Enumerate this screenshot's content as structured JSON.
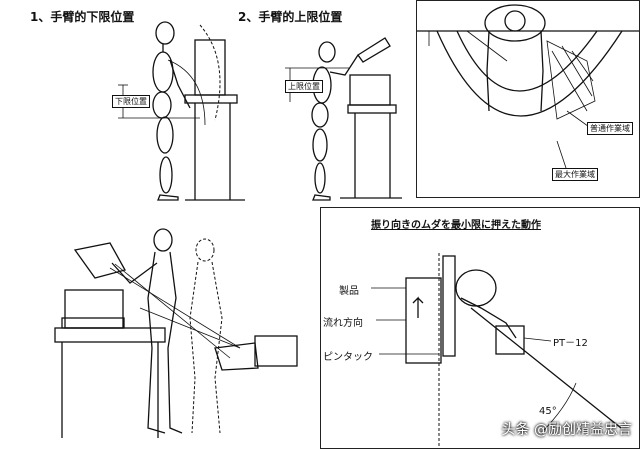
{
  "panels": {
    "lower_limit": {
      "heading": "1、手臂的下限位置",
      "tag": "下限位置"
    },
    "upper_limit": {
      "heading": "2、手臂的上限位置",
      "tag": "上限位置"
    },
    "top_view": {
      "zone_label_1": "普通作業域",
      "zone_label_2": "最大作業域"
    },
    "side_motion": {},
    "minimize_turn": {
      "title": "振り向きのムダを最小限に押えた動作",
      "label_product": "製品",
      "label_flow": "流れ方向",
      "label_pintack": "ピンタック",
      "label_part": "PT－12",
      "angle": "45°"
    }
  },
  "watermark": "头条 @励创精益忠言"
}
